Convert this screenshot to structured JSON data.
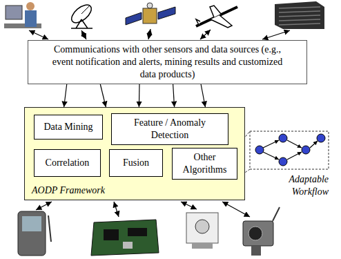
{
  "diagram": {
    "nodes": [
      {
        "text": [
          "Communications with other sensors and data sources (e.g., event notification and alerts, mining results and customized data products)"
        ]
      },
      {
        "text": [
          "AODP Framework"
        ]
      },
      {
        "text": [
          "Data Mining"
        ],
        "in": 1
      },
      {
        "text": [
          "Feature / Anomaly Detection"
        ],
        "in": 1
      },
      {
        "text": [
          "Correlation"
        ],
        "in": 1
      },
      {
        "text": [
          "Fusion"
        ],
        "in": 1
      },
      {
        "text": [
          "Other Algorithms"
        ],
        "in": 1
      }
    ],
    "edges": [
      {
        "from": 0,
        "to": 1,
        "arrow": "to"
      },
      {
        "from": 0,
        "to": 1,
        "arrow": "to"
      },
      {
        "from": 0,
        "to": 1,
        "arrow": "to"
      },
      {
        "from": 0,
        "to": 1,
        "arrow": "to"
      },
      {
        "from": 0,
        "to": 1,
        "arrow": "to"
      }
    ],
    "labels": [
      "Adaptable Workflow"
    ]
  }
}
